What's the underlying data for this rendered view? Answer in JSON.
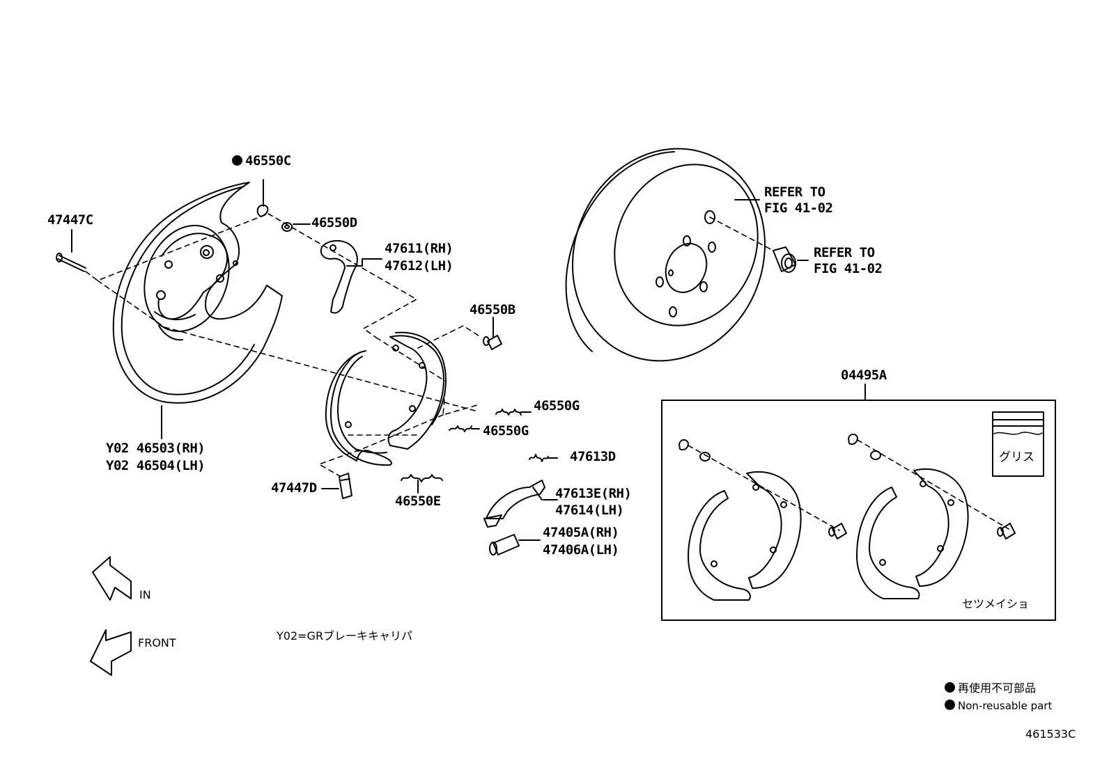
{
  "parts": {
    "p46550C": "46550C",
    "p47447C": "47447C",
    "p46550D": "46550D",
    "p47611": "47611(RH)",
    "p47612": "47612(LH)",
    "p46550B": "46550B",
    "p46550G_1": "46550G",
    "p46550G_2": "46550G",
    "p46503": "Y02 46503(RH)",
    "p46504": "Y02 46504(LH)",
    "p47613D": "47613D",
    "p47613E": "47613E(RH)",
    "p47614": "47614(LH)",
    "p47447D": "47447D",
    "p46550E": "46550E",
    "p47405A": "47405A(RH)",
    "p47406A": "47406A(LH)",
    "p04495A": "04495A"
  },
  "refers": [
    {
      "line1": "REFER TO",
      "line2": "FIG 41-02"
    },
    {
      "line1": "REFER TO",
      "line2": "FIG 41-02"
    }
  ],
  "kit": {
    "grease": "グリス",
    "manual": "セツメイショ"
  },
  "arrows": {
    "in": "IN",
    "front": "FRONT"
  },
  "note_y02": "Y02=GRブレーキキャリパ",
  "legend": {
    "jp": "再使用不可部品",
    "en": "Non-reusable part"
  },
  "figure_id": "461533C"
}
